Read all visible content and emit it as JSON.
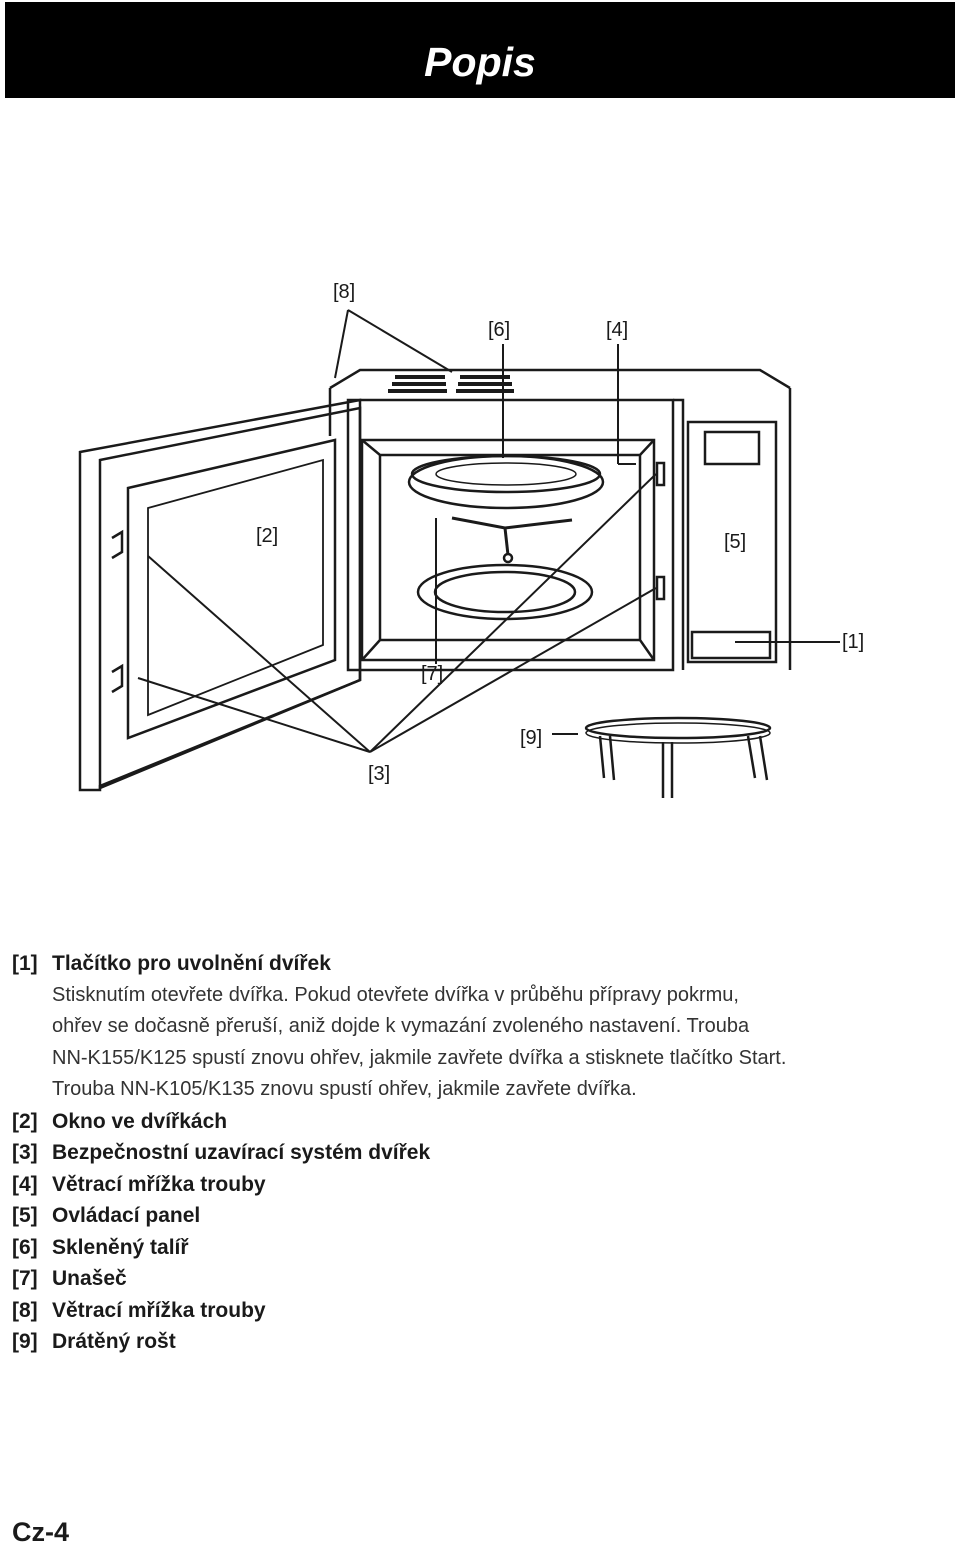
{
  "header": {
    "title": "Popis"
  },
  "diagram": {
    "callouts": [
      "[8]",
      "[6]",
      "[4]",
      "[2]",
      "[5]",
      "[1]",
      "[7]",
      "[9]",
      "[3]"
    ]
  },
  "legend": {
    "items": [
      {
        "num": "[1]",
        "title": "Tlačítko pro uvolnění dvířek"
      },
      {
        "num": "[2]",
        "title": "Okno ve dvířkách"
      },
      {
        "num": "[3]",
        "title": "Bezpečnostní uzavírací systém dvířek"
      },
      {
        "num": "[4]",
        "title": "Větrací mřížka trouby"
      },
      {
        "num": "[5]",
        "title": "Ovládací panel"
      },
      {
        "num": "[6]",
        "title": "Skleněný talíř"
      },
      {
        "num": "[7]",
        "title": "Unašeč"
      },
      {
        "num": "[8]",
        "title": "Větrací mřížka trouby"
      },
      {
        "num": "[9]",
        "title": "Drátěný rošt"
      }
    ],
    "item1_description": [
      "Stisknutím otevřete dvířka. Pokud otevřete dvířka v průběhu přípravy pokrmu,",
      "ohřev se dočasně přeruší, aniž dojde k vymazání zvoleného nastavení. Trouba",
      "NN-K155/K125 spustí znovu ohřev, jakmile zavřete dvířka a stisknete tlačítko Start.",
      "Trouba NN-K105/K135 znovu spustí ohřev, jakmile zavřete dvířka."
    ]
  },
  "footer": {
    "page_number": "Cz-4"
  }
}
